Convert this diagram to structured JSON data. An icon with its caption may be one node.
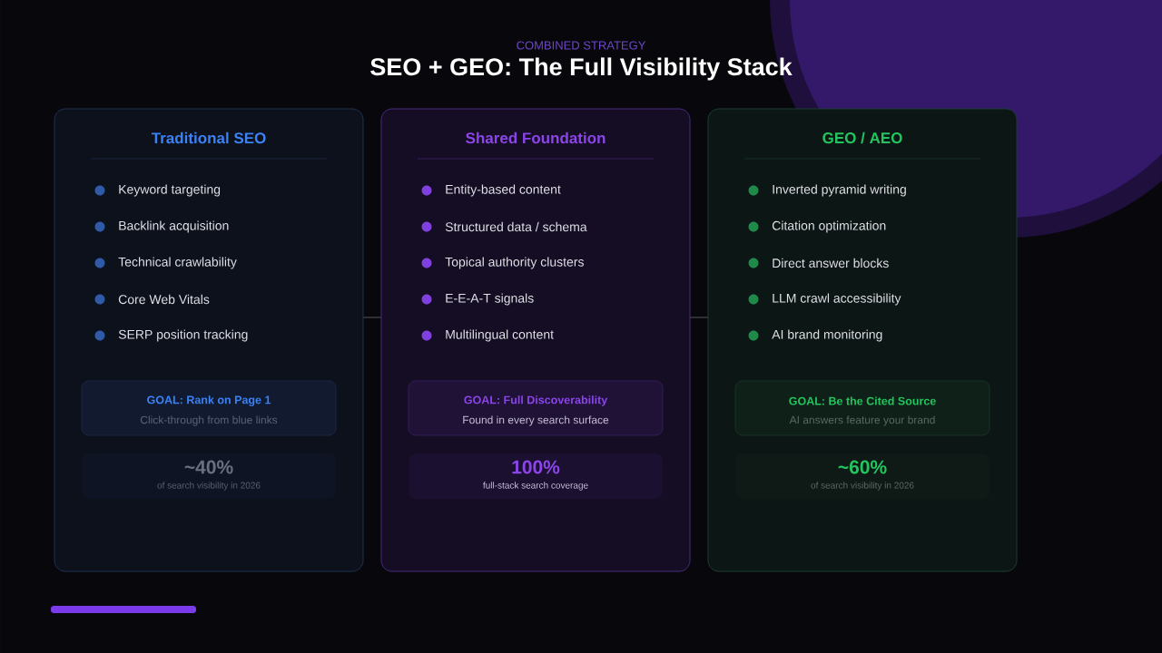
{
  "diagram": {
    "title": "SEO + GEO: The Full Visibility Stack",
    "nodes": [
      {
        "text": [
          "Traditional SEO",
          "Keyword targeting",
          "Backlink acquisition",
          "Technical crawlability",
          "Core Web Vitals",
          "SERP position tracking"
        ]
      },
      {
        "text": [
          "GOAL: Rank on Page 1",
          "Click-through from blue links"
        ],
        "in": 0
      },
      {
        "text": [
          "~40%",
          "of search visibility in 2026"
        ],
        "in": 0
      },
      {
        "text": [
          "Shared Foundation",
          "Entity-based content",
          "Structured data / schema",
          "Topical authority clusters",
          "E-E-A-T signals",
          "Multilingual content"
        ]
      },
      {
        "text": [
          "GOAL: Full Discoverability",
          "Found in every search surface"
        ],
        "in": 3
      },
      {
        "text": [
          "100%",
          "full-stack search coverage"
        ],
        "in": 3
      },
      {
        "text": [
          "GEO / AEO",
          "Inverted pyramid writing",
          "Citation optimization",
          "Direct answer blocks",
          "LLM crawl accessibility",
          "AI brand monitoring"
        ]
      },
      {
        "text": [
          "GOAL: Be the Cited Source",
          "AI answers feature your brand"
        ],
        "in": 6
      },
      {
        "text": [
          "~60%",
          "of search visibility in 2026"
        ],
        "in": 6
      }
    ],
    "edges": [
      {
        "from": 0,
        "to": 3,
        "arrow": "none"
      },
      {
        "from": 3,
        "to": 6,
        "arrow": "none"
      }
    ],
    "labels": [
      "COMBINED STRATEGY"
    ]
  }
}
